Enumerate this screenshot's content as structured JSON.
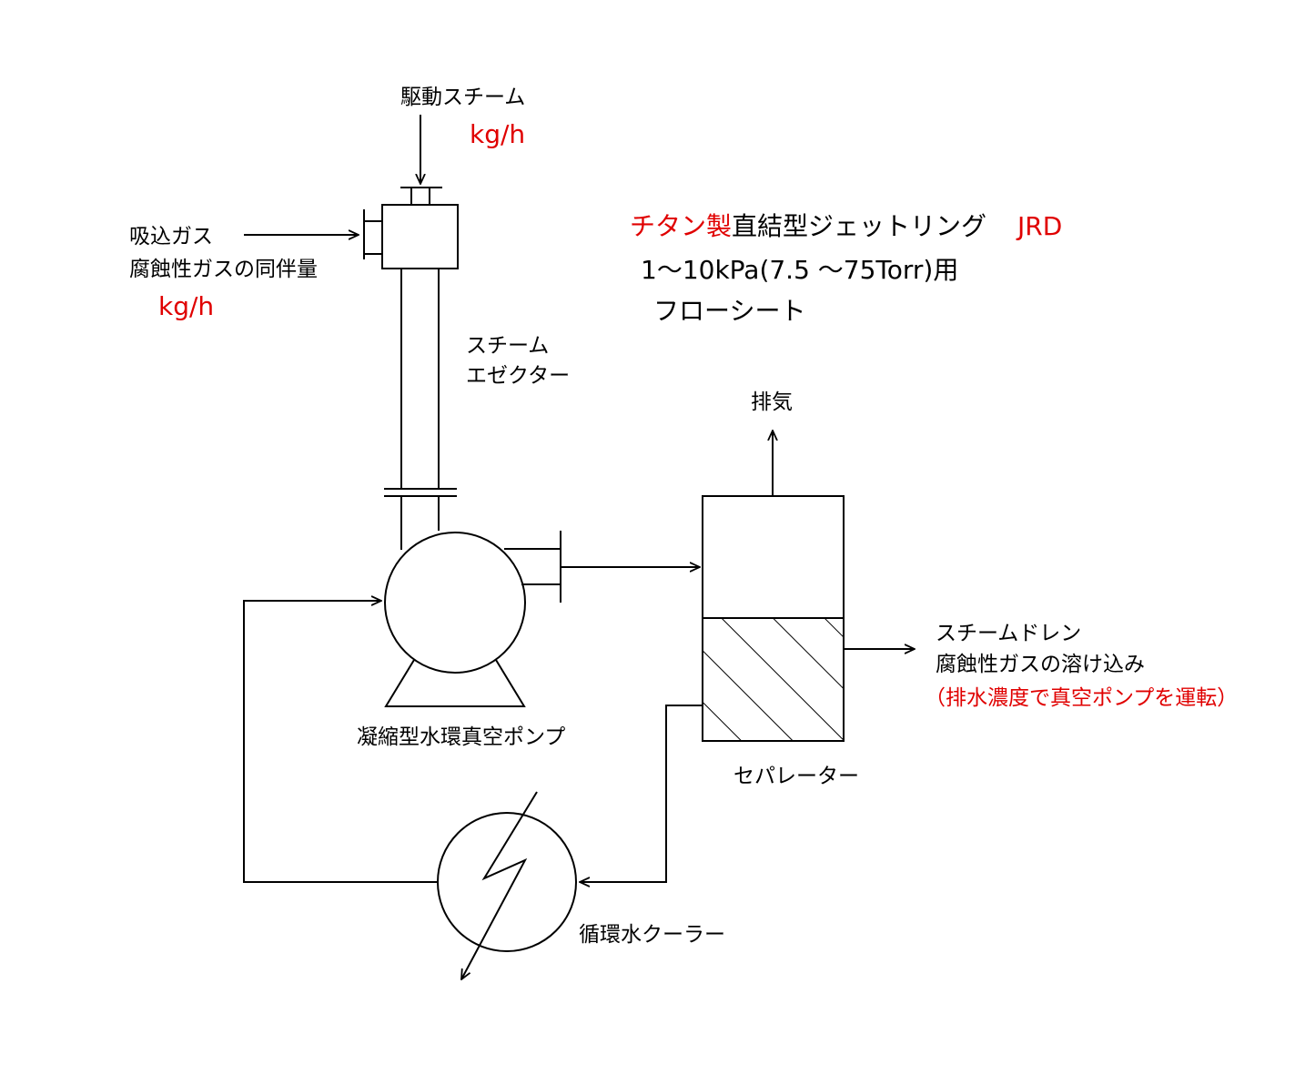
{
  "title": {
    "prefix": "チタン製",
    "main": "直結型ジェットリング",
    "model": "JRD",
    "range": "1～10kPa(7.5 ～75Torr)用",
    "subtitle": "フローシート"
  },
  "labels": {
    "driving_steam": "駆動スチーム",
    "driving_steam_unit": "kg/h",
    "suction_gas": "吸込ガス",
    "corrosive_gas": "腐蝕性ガスの同伴量",
    "suction_gas_unit": "kg/h",
    "ejector_line1": "スチーム",
    "ejector_line2": "エゼクター",
    "exhaust": "排気",
    "pump": "凝縮型水環真空ポンプ",
    "separator": "セパレーター",
    "drain_line1": "スチームドレン",
    "drain_line2": "腐蝕性ガスの溶け込み",
    "drain_note": "（排水濃度で真空ポンプを運転）",
    "cooler": "循環水クーラー"
  },
  "colors": {
    "accent": "#e00000",
    "line": "#000000"
  }
}
